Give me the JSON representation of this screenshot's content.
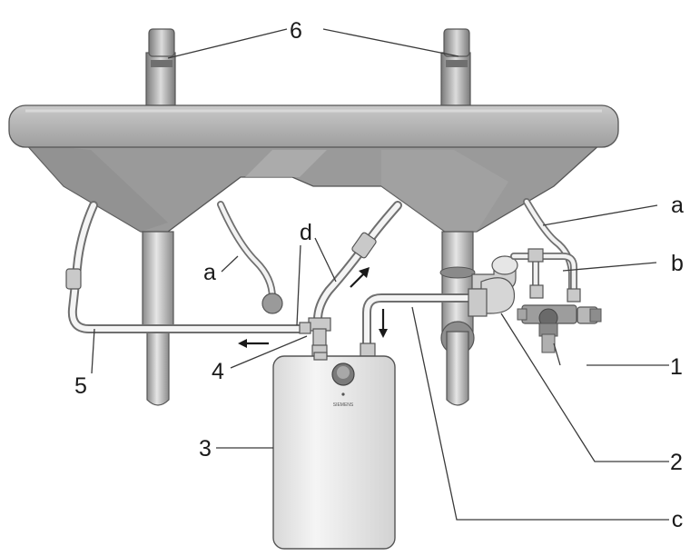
{
  "labels": {
    "faucets": "6",
    "hose_right": "a",
    "hose_left": "a",
    "tee_b": "b",
    "valve": "1",
    "elbow": "2",
    "heater": "3",
    "tee_connector": "4",
    "outlet_pipe": "5",
    "connection_d": "d",
    "connection_c": "c"
  },
  "heater_brand": "SIEMENS",
  "colors": {
    "basin": "#9c9c9c",
    "basin_rim": "#b4b4b4",
    "heater": "#ececec",
    "pipe": "#f2f2f2",
    "outline": "#555555"
  },
  "icons": [
    "arrow-left-icon",
    "arrow-up-right-icon",
    "arrow-down-icon"
  ]
}
